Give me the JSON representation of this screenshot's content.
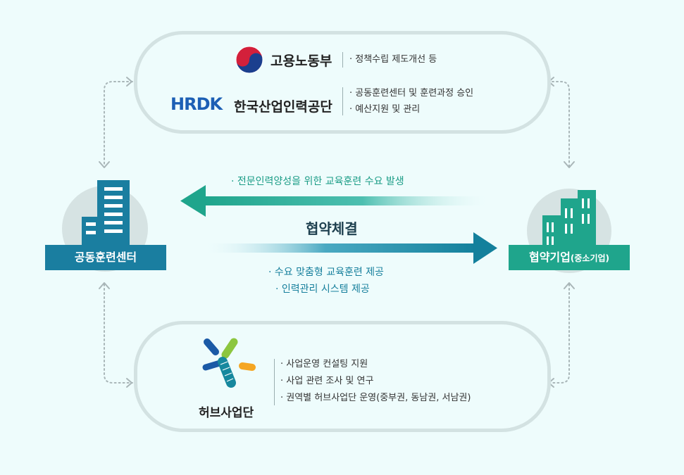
{
  "top_box": {
    "moel": {
      "name": "고용노동부",
      "items": [
        "· 정책수립 제도개선 등"
      ]
    },
    "hrdk": {
      "logo_text": "HRDK",
      "name": "한국산업인력공단",
      "items": [
        "· 공동훈련센터 및 훈련과정 승인",
        "· 예산지원 및 관리"
      ]
    }
  },
  "left_node": {
    "label": "공동훈련센터"
  },
  "right_node": {
    "label_main": "협약기업",
    "label_sub": "(중소기업)"
  },
  "center": {
    "top_arrow_text": "· 전문인력양성을 위한 교육훈련 수요 발생",
    "agreement": "협약체결",
    "bottom_arrow_texts": [
      "· 수요 맞춤형 교육훈련 제공",
      "· 인력관리 시스템 제공"
    ]
  },
  "bottom_box": {
    "name": "허브사업단",
    "items": [
      "· 사업운영 컨설팅 지원",
      "· 사업 관련 조사 및 연구",
      "· 권역별 허브사업단 운영(중부권, 동남권, 서남권)"
    ]
  },
  "colors": {
    "green": "#1fa58c",
    "teal": "#13809c",
    "border": "#d3e2e2",
    "background": "#eefcfc"
  }
}
